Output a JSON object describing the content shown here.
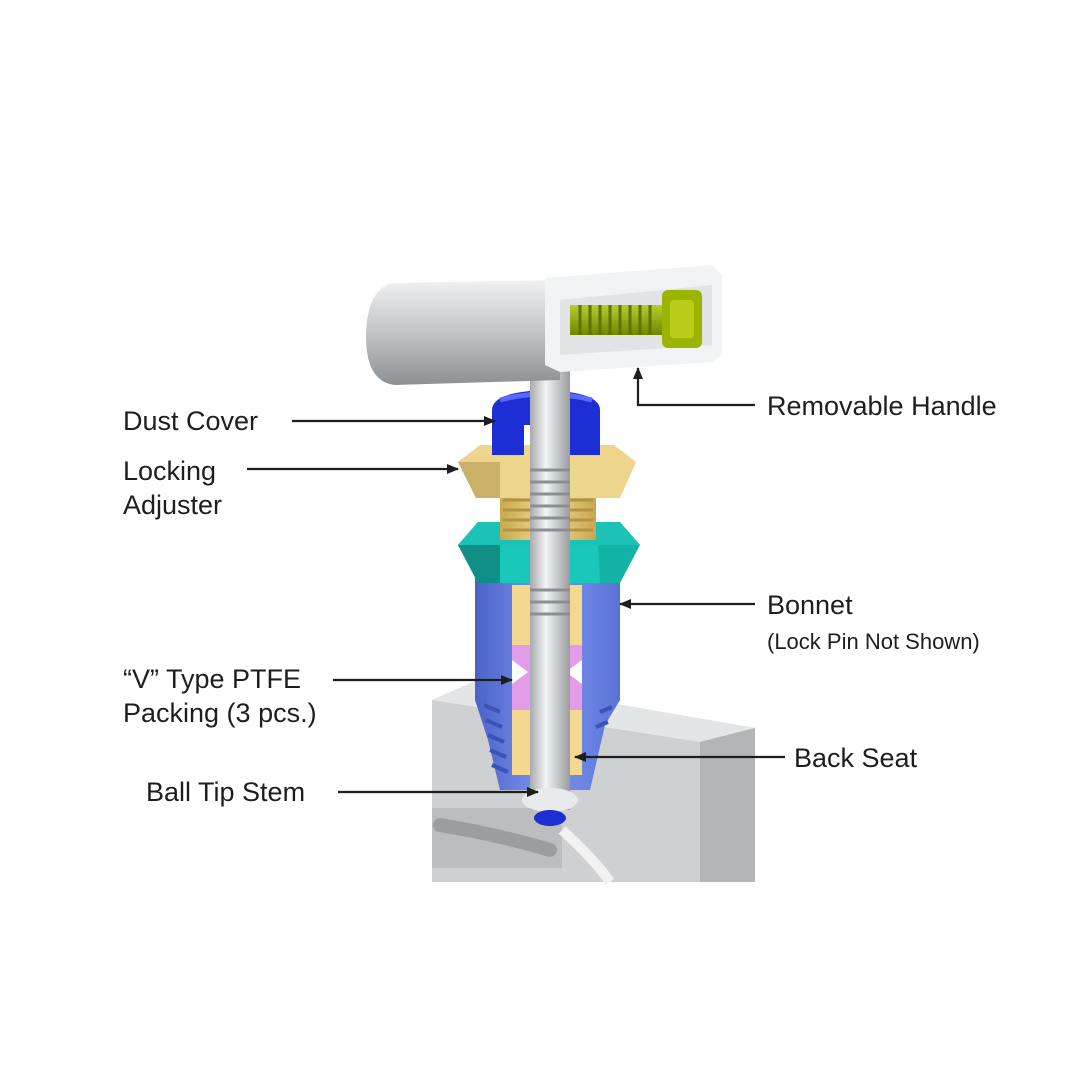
{
  "labels": {
    "dust_cover": "Dust Cover",
    "locking_adjuster_1": "Locking",
    "locking_adjuster_2": "Adjuster",
    "removable_handle": "Removable Handle",
    "bonnet": "Bonnet",
    "bonnet_note": "(Lock Pin Not Shown)",
    "packing_1": "“V” Type PTFE",
    "packing_2": "Packing (3 pcs.)",
    "back_seat": "Back Seat",
    "ball_tip_stem": "Ball Tip Stem"
  },
  "colors": {
    "handle": "#c8cacd",
    "cap_screw": "#8fa800",
    "dust_cover": "#1d2fd1",
    "locking_adjuster": "#e8cf8a",
    "bonnet_nut": "#12a89e",
    "bonnet": "#6f87e8",
    "packing": "#e08ae6",
    "body_block": "#c9c9c9",
    "stem": "#d9dadc",
    "arrow": "#1e1e1e"
  }
}
